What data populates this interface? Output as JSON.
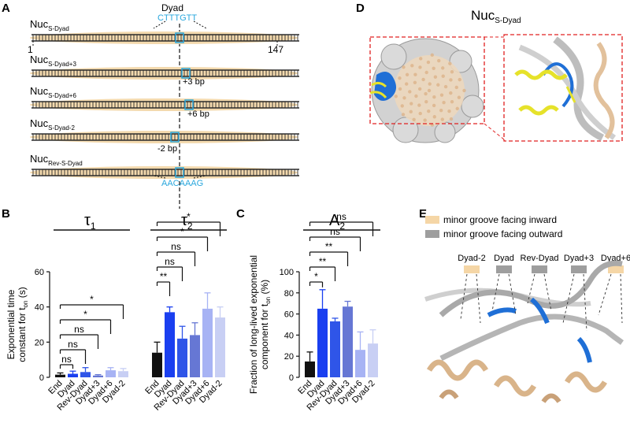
{
  "panels": {
    "a": "A",
    "b": "B",
    "c": "C",
    "d": "D",
    "e": "E"
  },
  "panel_a": {
    "dyad_label": "Dyad",
    "top_seq": "CTTTGTT",
    "bottom_seq": "AACAAAG",
    "pos_start": "1",
    "pos_end": "147",
    "rows": [
      {
        "main": "Nuc",
        "sub": "S-Dyad",
        "shift_label": ""
      },
      {
        "main": "Nuc",
        "sub": "S-Dyad+3",
        "shift_label": "+3 bp"
      },
      {
        "main": "Nuc",
        "sub": "S-Dyad+6",
        "shift_label": "+6 bp"
      },
      {
        "main": "Nuc",
        "sub": "S-Dyad-2",
        "shift_label": "-2 bp"
      },
      {
        "main": "Nuc",
        "sub": "Rev-S-Dyad",
        "shift_label": ""
      }
    ],
    "colors": {
      "dna": "#2b2b2b",
      "histone": "#f3d9ad",
      "seq": "#2aa7dd"
    }
  },
  "panel_d": {
    "title_main": "Nuc",
    "title_sub": "S-Dyad",
    "colors": {
      "surface": "#cfcfcf",
      "histone": "#e9c9a4",
      "helix": "#e6e22a",
      "dna_blue": "#1f6fd6",
      "zoom_box": "#e02020"
    }
  },
  "panel_e": {
    "legend": [
      {
        "label": "minor groove facing inward",
        "color": "#f5d6a6"
      },
      {
        "label": "minor groove facing outward",
        "color": "#9e9e9e"
      }
    ],
    "positions": [
      {
        "label": "Dyad-2",
        "color": "#f5d6a6"
      },
      {
        "label": "Dyad",
        "color": "#9e9e9e"
      },
      {
        "label": "Rev-Dyad",
        "color": "#9e9e9e"
      },
      {
        "label": "Dyad+3",
        "color": "#9e9e9e"
      },
      {
        "label": "Dyad+6",
        "color": "#f5d6a6"
      }
    ]
  },
  "chart_data": [
    {
      "id": "B",
      "type": "bar",
      "ylabel_lines": [
        "Exponential time",
        "constant for t",
        "(s)"
      ],
      "ylabel_sub": "on",
      "ylim": [
        0,
        60
      ],
      "yticks": [
        0,
        20,
        40,
        60
      ],
      "groups": [
        {
          "label": "τ1",
          "categories": [
            "End",
            "Dyad",
            "Rev-Dyad",
            "Dyad+3",
            "Dyad+6",
            "Dyad-2"
          ],
          "values": [
            1.5,
            2,
            3,
            1,
            4,
            3.5
          ],
          "errors": [
            1,
            1.5,
            2.5,
            0.5,
            1.5,
            1.5
          ],
          "significance": [
            {
              "label": "ns"
            },
            {
              "label": "ns"
            },
            {
              "label": "ns"
            },
            {
              "label": "*"
            },
            {
              "label": "*"
            }
          ]
        },
        {
          "label": "τ2",
          "categories": [
            "End",
            "Dyad",
            "Rev-Dyad",
            "Dyad+3",
            "Dyad+6",
            "Dyad-2"
          ],
          "values": [
            14,
            37,
            22,
            24,
            39,
            34
          ],
          "errors": [
            6,
            3,
            7,
            7,
            9,
            6
          ],
          "significance": [
            {
              "label": "**"
            },
            {
              "label": "ns"
            },
            {
              "label": "ns"
            },
            {
              "label": "*"
            },
            {
              "label": "*"
            }
          ]
        }
      ]
    },
    {
      "id": "C",
      "type": "bar",
      "group_label": "A2",
      "ylabel_lines": [
        "Fraction of long-lived exponential",
        "component for t",
        "(%)"
      ],
      "ylabel_sub": "on",
      "ylim": [
        0,
        100
      ],
      "yticks": [
        0,
        20,
        40,
        60,
        80,
        100
      ],
      "categories": [
        "End",
        "Dyad",
        "Rev-Dyad",
        "Dyad+3",
        "Dyad+6",
        "Dyad-2"
      ],
      "values": [
        15,
        65,
        53,
        67,
        26,
        32
      ],
      "errors": [
        9,
        18,
        3,
        5,
        17,
        13
      ],
      "significance": [
        {
          "label": "*"
        },
        {
          "label": "**"
        },
        {
          "label": "**"
        },
        {
          "label": "ns"
        },
        {
          "label": "ns"
        }
      ]
    }
  ],
  "bar_colors": [
    "#111111",
    "#1a3ff0",
    "#2f55e8",
    "#6677d4",
    "#a7b3f4",
    "#c8cff4"
  ]
}
